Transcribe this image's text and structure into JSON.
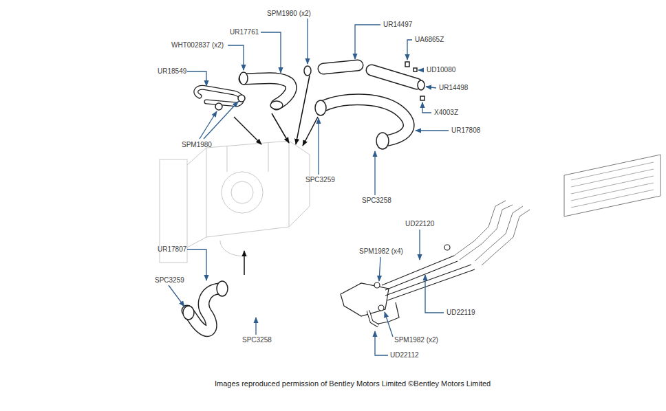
{
  "diagram": {
    "caption": "Images reproduced permission of Bentley Motors Limited ©Bentley Motors Limited",
    "labels": [
      "SPM1980 (x2)",
      "UR14497",
      "UA6865Z",
      "UR17761",
      "WHT002837 (x2)",
      "UD10080",
      "UR14498",
      "UR18549",
      "X4003Z",
      "UR17808",
      "SPM1980",
      "SPC3259",
      "SPC3258",
      "UD22120",
      "UR17807",
      "SPM1982 (x4)",
      "SPC3259",
      "UD22119",
      "SPC3258",
      "SPM1982 (x2)",
      "UD22112"
    ]
  }
}
